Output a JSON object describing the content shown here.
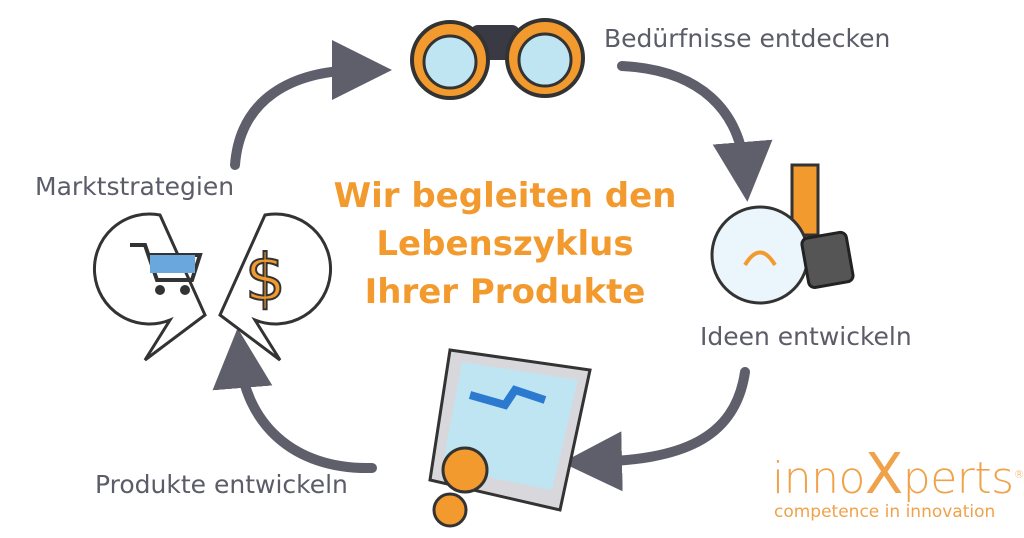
{
  "title_lines": [
    "Wir begleiten den",
    "Lebenszyklus",
    "Ihrer Produkte"
  ],
  "stages": {
    "discover": "Bedürfnisse entdecken",
    "ideas": "Ideen entwickeln",
    "products": "Produkte entwickeln",
    "market": "Marktstrategien"
  },
  "logo": {
    "part1": "inno",
    "part2": "X",
    "part3": "perts",
    "reg": "®",
    "tagline": "competence in innovation"
  },
  "colors": {
    "accent": "#f29a2e",
    "text": "#5b5c68",
    "arrow": "#5e5f6b"
  }
}
